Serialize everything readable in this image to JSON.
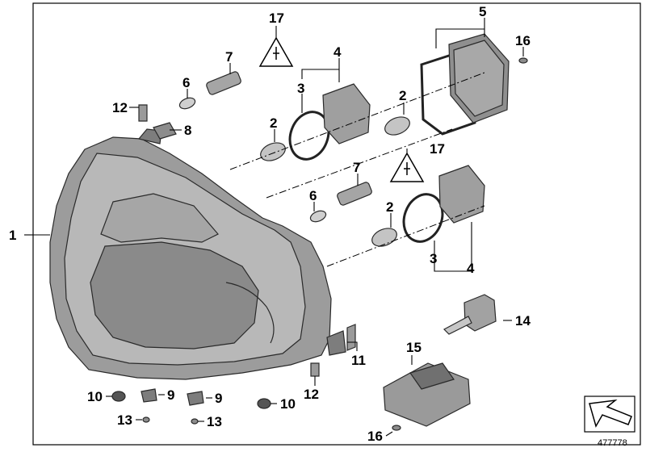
{
  "diagram": {
    "callouts": {
      "c1": "1",
      "c2a": "2",
      "c2b": "2",
      "c2c": "2",
      "c3a": "3",
      "c3b": "3",
      "c4a": "4",
      "c4b": "4",
      "c5": "5",
      "c6a": "6",
      "c6b": "6",
      "c7a": "7",
      "c7b": "7",
      "c8": "8",
      "c9a": "9",
      "c9b": "9",
      "c10a": "10",
      "c10b": "10",
      "c11": "11",
      "c12a": "12",
      "c12b": "12",
      "c13a": "13",
      "c13b": "13",
      "c14": "14",
      "c15": "15",
      "c16a": "16",
      "c16b": "16",
      "c17a": "17",
      "c17b": "17"
    },
    "image_id": "477778"
  },
  "colors": {
    "housing": "#b4b4b4",
    "housing_dark": "#8c8c8c",
    "lens": "#9a9a9a",
    "parts": "#a9a9a9",
    "frame": "#000000"
  },
  "icons": [
    "warning-triangle-icon",
    "navigation-arrow-icon"
  ]
}
